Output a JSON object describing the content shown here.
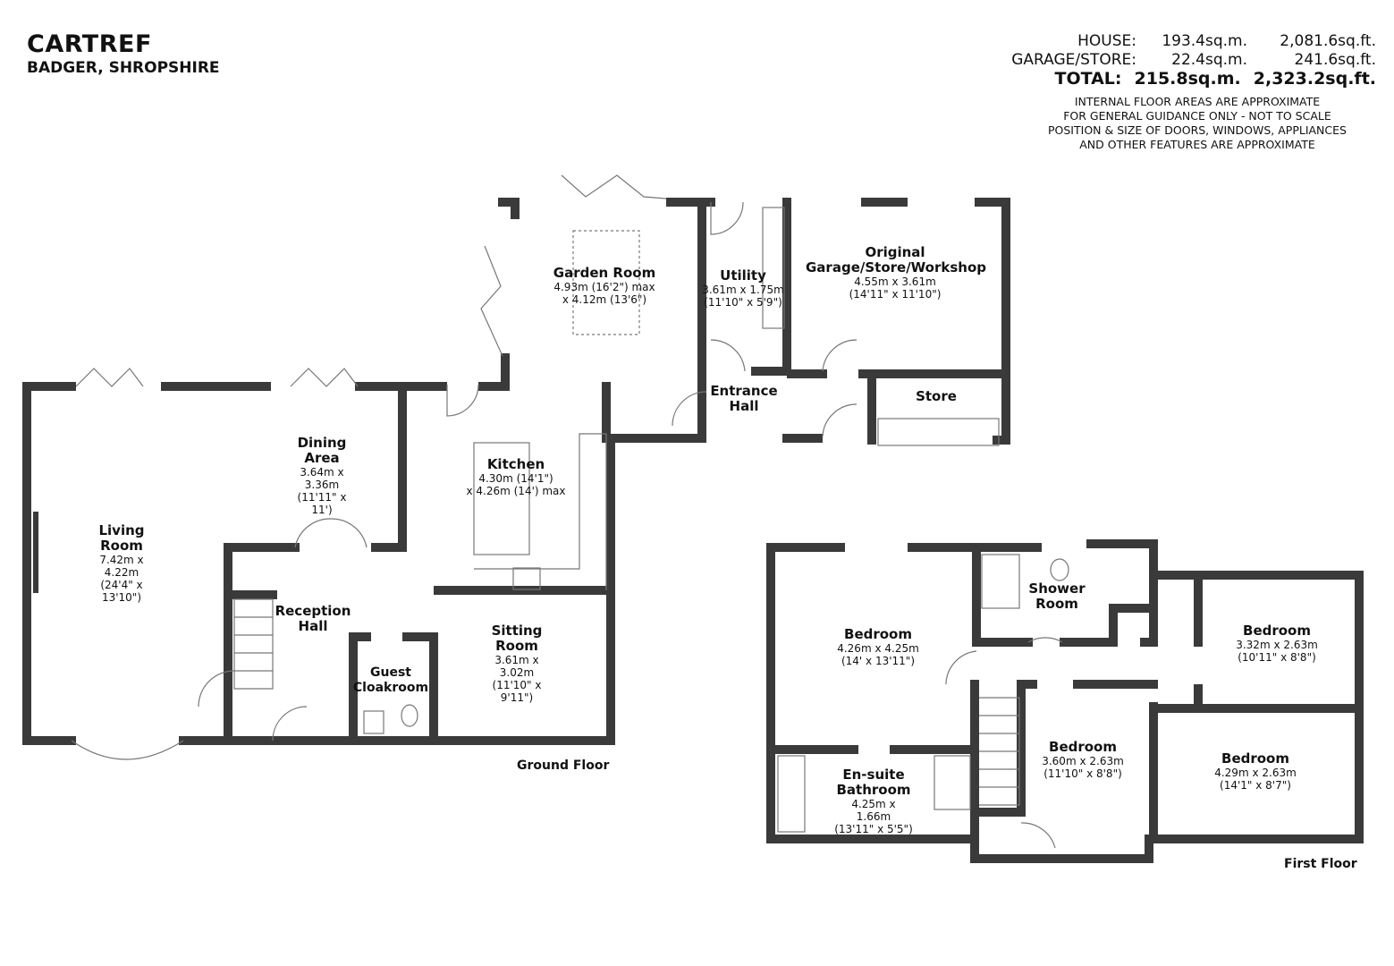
{
  "header": {
    "title": "CARTREF",
    "subtitle": "BADGER, SHROPSHIRE"
  },
  "areas": [
    {
      "label": "HOUSE:",
      "sqm": "193.4sq.m.",
      "sqft": "2,081.6sq.ft."
    },
    {
      "label": "GARAGE/STORE:",
      "sqm": "22.4sq.m.",
      "sqft": "241.6sq.ft."
    },
    {
      "label": "TOTAL:",
      "sqm": "215.8sq.m.",
      "sqft": "2,323.2sq.ft."
    }
  ],
  "notes": [
    "INTERNAL FLOOR AREAS ARE APPROXIMATE",
    "FOR GENERAL GUIDANCE ONLY - NOT TO SCALE",
    "POSITION & SIZE OF DOORS, WINDOWS, APPLIANCES",
    "AND OTHER FEATURES ARE APPROXIMATE"
  ],
  "ground_floor": {
    "label": "Ground Floor",
    "rooms": [
      {
        "name": "Garden Room",
        "dims": [
          "4.93m (16'2\") max",
          "x 4.12m (13'6\")"
        ]
      },
      {
        "name": "Utility",
        "dims": [
          "3.61m x 1.75m",
          "(11'10\" x 5'9\")"
        ]
      },
      {
        "name": "Original Garage/Store/Workshop",
        "dims": [
          "4.55m x 3.61m",
          "(14'11\" x 11'10\")"
        ]
      },
      {
        "name": "Entrance Hall",
        "dims": []
      },
      {
        "name": "Store",
        "dims": []
      },
      {
        "name": "Dining Area",
        "dims": [
          "3.64m x 3.36m",
          "(11'11\" x 11')"
        ]
      },
      {
        "name": "Kitchen",
        "dims": [
          "4.30m (14'1\")",
          "x 4.26m (14') max"
        ]
      },
      {
        "name": "Living Room",
        "dims": [
          "7.42m x 4.22m",
          "(24'4\" x 13'10\")"
        ]
      },
      {
        "name": "Reception Hall",
        "dims": []
      },
      {
        "name": "Sitting Room",
        "dims": [
          "3.61m x 3.02m",
          "(11'10\" x 9'11\")"
        ]
      },
      {
        "name": "Guest Cloakroom",
        "dims": []
      }
    ]
  },
  "first_floor": {
    "label": "First Floor",
    "rooms": [
      {
        "name": "Bedroom",
        "dims": [
          "4.26m x 4.25m",
          "(14' x 13'11\")"
        ]
      },
      {
        "name": "Shower Room",
        "dims": []
      },
      {
        "name": "Bedroom",
        "dims": [
          "3.32m x 2.63m",
          "(10'11\" x 8'8\")"
        ]
      },
      {
        "name": "Bedroom",
        "dims": [
          "3.60m x 2.63m",
          "(11'10\" x 8'8\")"
        ]
      },
      {
        "name": "Bedroom",
        "dims": [
          "4.29m x 2.63m",
          "(14'1\" x 8'7\")"
        ]
      },
      {
        "name": "En-suite Bathroom",
        "dims": [
          "4.25m x 1.66m",
          "(13'11\" x 5'5\")"
        ]
      }
    ]
  },
  "colors": {
    "wall": "#3a3a3a",
    "fixture": "#777777"
  }
}
